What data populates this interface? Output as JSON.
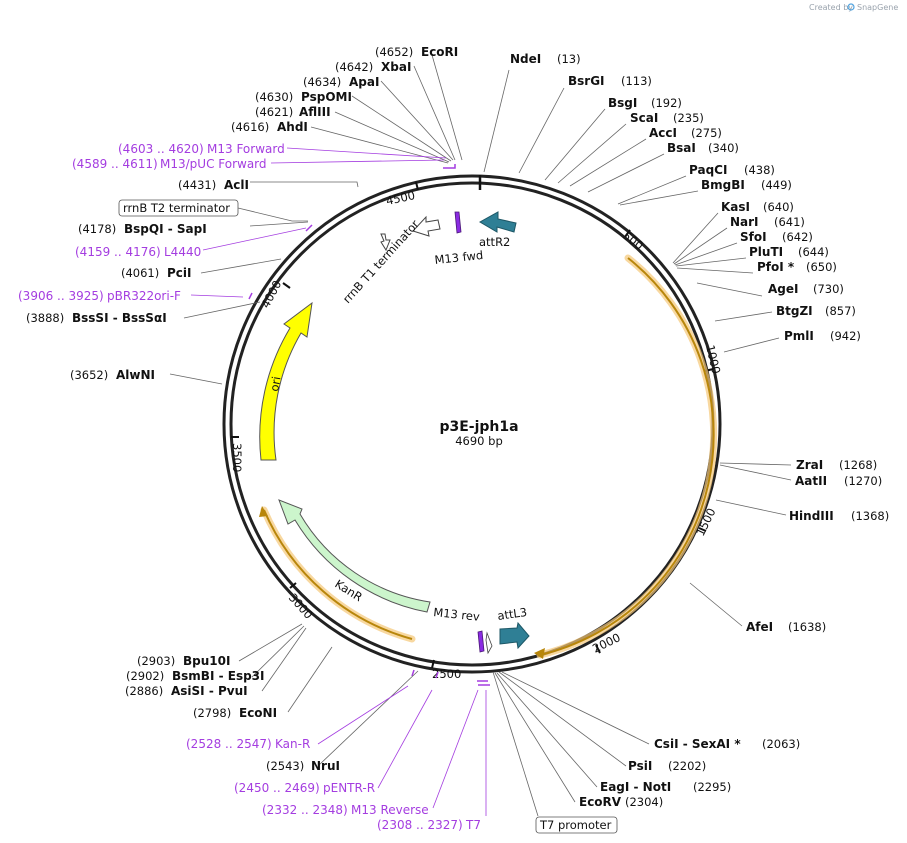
{
  "credit": {
    "prefix": "Created by",
    "brand": "SnapGene"
  },
  "plasmid": {
    "name": "p3E-jph1a",
    "size_label": "4690 bp",
    "length": 4690
  },
  "ticks": [
    "500",
    "1000",
    "1500",
    "2000",
    "2500",
    "3000",
    "3500",
    "4000",
    "4500"
  ],
  "sites": [
    {
      "pos": "(13)",
      "name": "NdeI"
    },
    {
      "pos": "(113)",
      "name": "BsrGI"
    },
    {
      "pos": "(192)",
      "name": "BsgI"
    },
    {
      "pos": "(235)",
      "name": "ScaI"
    },
    {
      "pos": "(275)",
      "name": "AccI"
    },
    {
      "pos": "(340)",
      "name": "BsaI"
    },
    {
      "pos": "(438)",
      "name": "PaqCI"
    },
    {
      "pos": "(449)",
      "name": "BmgBI"
    },
    {
      "pos": "(640)",
      "name": "KasI"
    },
    {
      "pos": "(641)",
      "name": "NarI"
    },
    {
      "pos": "(642)",
      "name": "SfoI"
    },
    {
      "pos": "(644)",
      "name": "PluTI"
    },
    {
      "pos": "(650)",
      "name": "PfoI *"
    },
    {
      "pos": "(730)",
      "name": "AgeI"
    },
    {
      "pos": "(857)",
      "name": "BtgZI"
    },
    {
      "pos": "(942)",
      "name": "PmlI"
    },
    {
      "pos": "(1268)",
      "name": "ZraI"
    },
    {
      "pos": "(1270)",
      "name": "AatII"
    },
    {
      "pos": "(1368)",
      "name": "HindIII"
    },
    {
      "pos": "(1638)",
      "name": "AfeI"
    },
    {
      "pos": "(2063)",
      "name": "CsiI - SexAI *"
    },
    {
      "pos": "(2202)",
      "name": "PsiI"
    },
    {
      "pos": "(2295)",
      "name": "EagI - NotI"
    },
    {
      "pos": "(2304)",
      "name": "EcoRV"
    },
    {
      "pos": "(2543)",
      "name": "NruI"
    },
    {
      "pos": "(2798)",
      "name": "EcoNI"
    },
    {
      "pos": "(2886)",
      "name": "AsiSI - PvuI"
    },
    {
      "pos": "(2902)",
      "name": "BsmBI - Esp3I"
    },
    {
      "pos": "(2903)",
      "name": "Bpu10I"
    },
    {
      "pos": "(3652)",
      "name": "AlwNI"
    },
    {
      "pos": "(3888)",
      "name": "BssSI - BssSαI"
    },
    {
      "pos": "(4061)",
      "name": "PciI"
    },
    {
      "pos": "(4178)",
      "name": "BspQI - SapI"
    },
    {
      "pos": "(4431)",
      "name": "AclI"
    },
    {
      "pos": "(4616)",
      "name": "AhdI"
    },
    {
      "pos": "(4621)",
      "name": "AflIII"
    },
    {
      "pos": "(4630)",
      "name": "PspOMI"
    },
    {
      "pos": "(4634)",
      "name": "ApaI"
    },
    {
      "pos": "(4642)",
      "name": "XbaI"
    },
    {
      "pos": "(4652)",
      "name": "EcoRI"
    }
  ],
  "primers": [
    {
      "pos": "(4603 .. 4620)",
      "name": "M13 Forward"
    },
    {
      "pos": "(4589 .. 4611)",
      "name": "M13/pUC Forward"
    },
    {
      "pos": "(4159 .. 4176)",
      "name": "L4440"
    },
    {
      "pos": "(3906 .. 3925)",
      "name": "pBR322ori-F"
    },
    {
      "pos": "(2528 .. 2547)",
      "name": "Kan-R"
    },
    {
      "pos": "(2450 .. 2469)",
      "name": "pENTR-R"
    },
    {
      "pos": "(2332 .. 2348)",
      "name": "M13 Reverse"
    },
    {
      "pos": "(2308 .. 2327)",
      "name": "T7"
    }
  ],
  "boxed_labels": [
    "rrnB T2 terminator",
    "T7 promoter"
  ],
  "features": [
    "attR2",
    "M13 fwd",
    "rrnB T1 terminator",
    "ori",
    "KanR",
    "M13 rev",
    "attL3"
  ],
  "colors": {
    "backbone": "#222222",
    "ori": "#ffff00",
    "kanr": "#ccf5cc",
    "att": "#2f7f95",
    "primer": "#a43de0",
    "orf_glow": "#f5c777",
    "orf_line": "#b8860b"
  }
}
